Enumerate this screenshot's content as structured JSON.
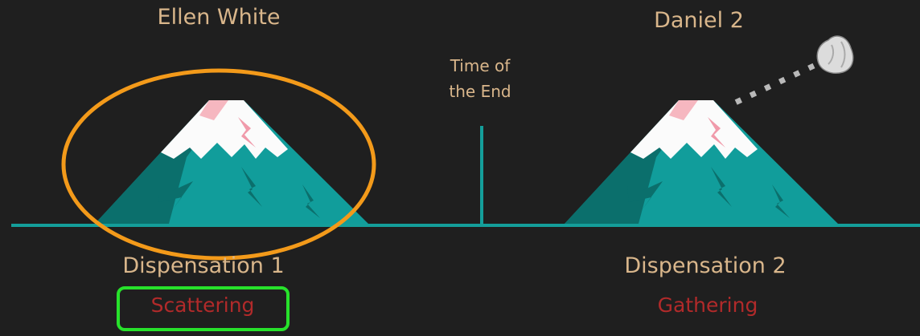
{
  "left_period": {
    "title": "Ellen White",
    "dispensation": "Dispensation 1",
    "tag": "Scattering"
  },
  "right_period": {
    "title": "Daniel 2",
    "dispensation": "Dispensation 2",
    "tag": "Gathering"
  },
  "divider_label_line1": "Time of",
  "divider_label_line2": "the End",
  "colors": {
    "background": "#1f1f1f",
    "timeline": "#149e9a",
    "label_tan": "#d9b68b",
    "label_red": "#b12a2a",
    "highlight_ellipse": "#f39a1a",
    "highlight_box": "#27e22b"
  }
}
